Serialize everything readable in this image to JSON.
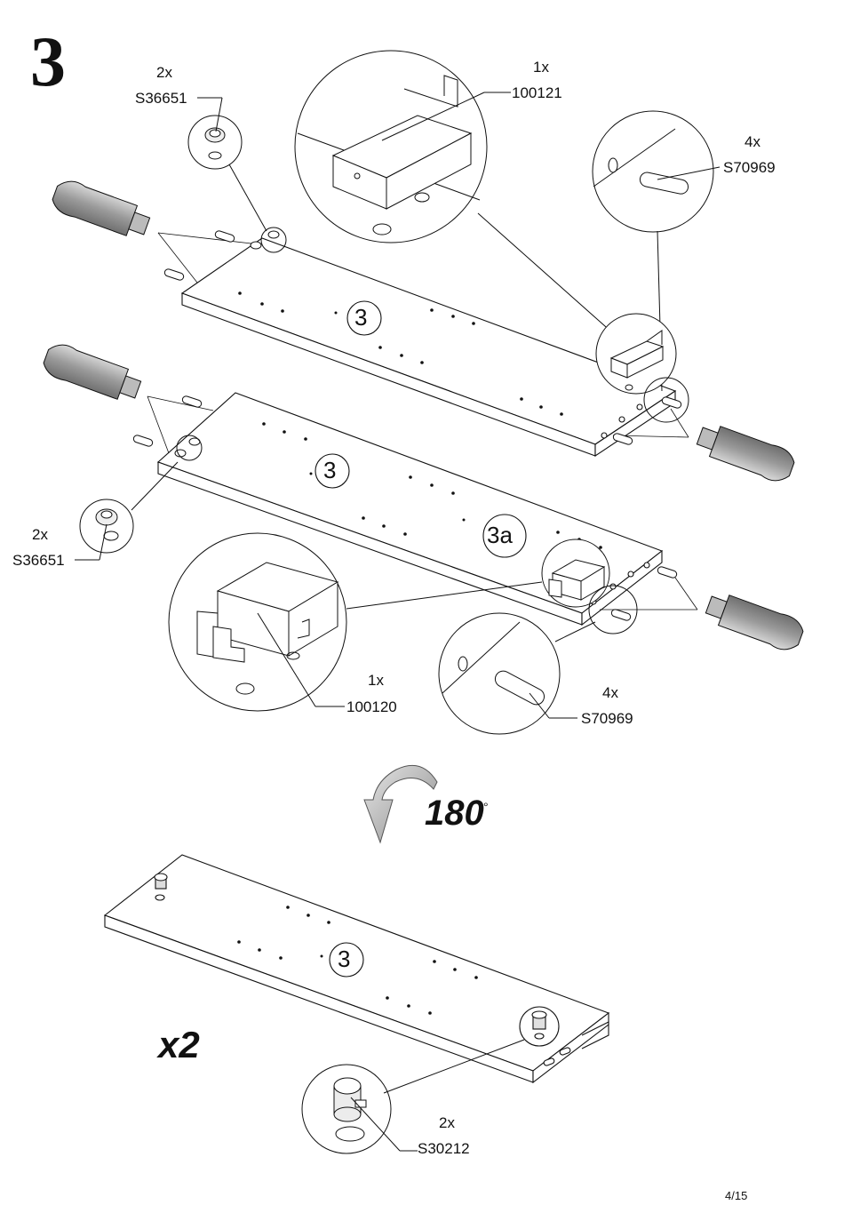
{
  "page": {
    "step_number": "3",
    "page_indicator": "4/15"
  },
  "callouts": {
    "top_connector": {
      "qty": "2x",
      "part": "S36651"
    },
    "top_bracket": {
      "qty": "1x",
      "part": "100121"
    },
    "top_dowel": {
      "qty": "4x",
      "part": "S70969"
    },
    "left_connector": {
      "qty": "2x",
      "part": "S36651"
    },
    "lower_bracket": {
      "qty": "1x",
      "part": "100120"
    },
    "lower_dowel": {
      "qty": "4x",
      "part": "S70969"
    },
    "bottom_cam": {
      "qty": "2x",
      "part": "S30212"
    }
  },
  "panel_labels": {
    "panel_a": "3",
    "panel_b": "3",
    "panel_b_sub": "3a",
    "panel_c": "3"
  },
  "rotation": {
    "value": "180",
    "unit": "°"
  },
  "multiplier": "x2",
  "icons": [
    "glue-bottle-icon",
    "dowel-icon",
    "connector-bolt-icon",
    "bracket-icon",
    "cam-lock-icon",
    "rotate-arrow-icon"
  ]
}
